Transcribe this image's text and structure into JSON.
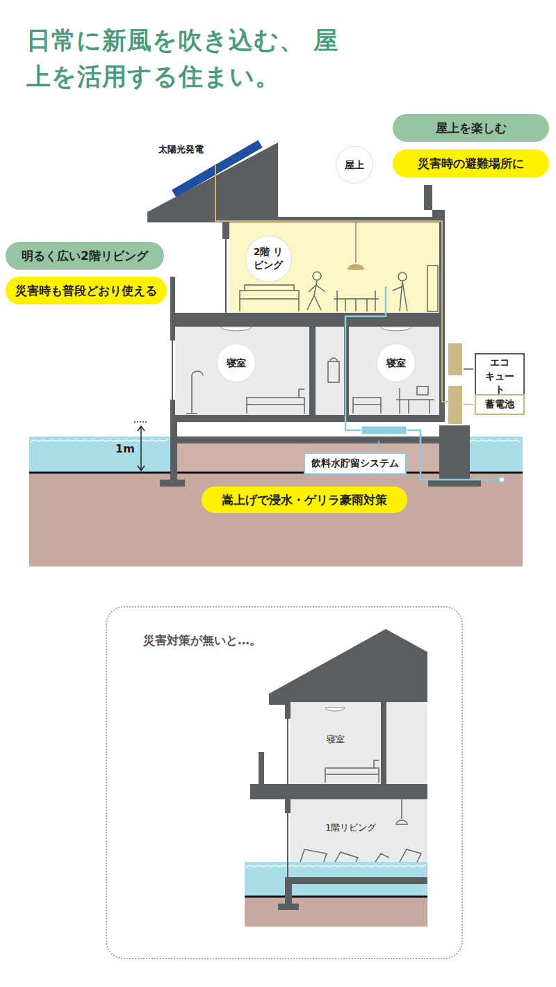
{
  "diagram": {
    "title": "日常に新風を吹き込む、 屋上を活用する住まい。",
    "nodes": [
      {
        "text": [
          "屋上を楽しむ"
        ]
      },
      {
        "text": [
          "災害時の避難場所に"
        ]
      },
      {
        "text": [
          "屋上"
        ]
      },
      {
        "text": [
          "明るく広い2階リビング"
        ]
      },
      {
        "text": [
          "災害時も普段どおり使える"
        ]
      },
      {
        "text": [
          "2階 リビング"
        ]
      },
      {
        "text": [
          "寝室"
        ]
      },
      {
        "text": [
          "寝室"
        ]
      },
      {
        "text": [
          "エコ キュート"
        ]
      },
      {
        "text": [
          "蓄電池"
        ]
      },
      {
        "text": [
          "飲料水貯留システム"
        ]
      },
      {
        "text": [
          "嵩上げで浸水・ゲリラ豪雨対策"
        ]
      },
      {
        "text": [
          "災害対策が無いと…。"
        ]
      }
    ],
    "labels": [
      "太陽光発電",
      "1m",
      "寝室",
      "1階リビング"
    ]
  }
}
